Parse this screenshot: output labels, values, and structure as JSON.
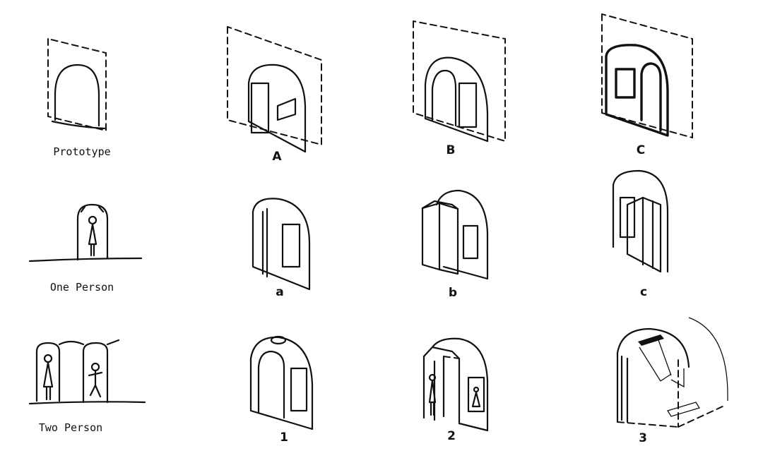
{
  "rows": [
    {
      "labels": [
        "Prototype",
        "A",
        "B",
        "C"
      ]
    },
    {
      "labels": [
        "One Person",
        "a",
        "b",
        "c"
      ]
    },
    {
      "labels": [
        "Two Person",
        "1",
        "2",
        "3"
      ]
    }
  ]
}
